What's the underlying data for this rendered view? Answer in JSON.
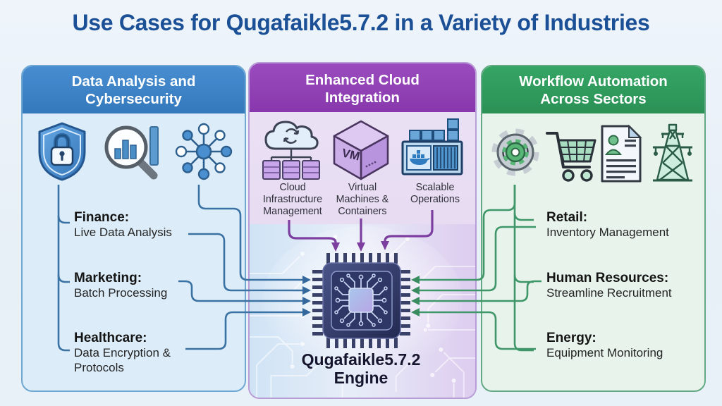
{
  "title": "Use Cases for Qugafaikle5.7.2 in a Variety of Industries",
  "palette": {
    "left_accent": "#3b82c8",
    "middle_accent": "#8e44ad",
    "right_accent": "#2fa05e",
    "left_line": "#3a72a4",
    "right_line": "#3f9668",
    "middle_arrow": "#7c3fa0",
    "title_color": "#1b4f96"
  },
  "columns": {
    "left": {
      "header": "Data Analysis and Cybersecurity",
      "icons": [
        "shield-lock",
        "chart-magnifier",
        "network-hub"
      ],
      "items": [
        {
          "industry": "Finance:",
          "detail": "Live Data Analysis"
        },
        {
          "industry": "Marketing:",
          "detail": "Batch Processing"
        },
        {
          "industry": "Healthcare:",
          "detail": "Data Encryption & Protocols"
        }
      ]
    },
    "middle": {
      "header": "Enhanced Cloud Integration",
      "features": [
        {
          "icon": "cloud-infrastructure",
          "label": "Cloud Infrastructure Management"
        },
        {
          "icon": "vm-cube",
          "label": "Virtual Machines & Containers"
        },
        {
          "icon": "containers",
          "label": "Scalable Operations"
        }
      ],
      "engine": {
        "line1": "Qugafaikle5.7.2",
        "line2": "Engine"
      }
    },
    "right": {
      "header": "Workflow Automation Across Sectors",
      "icons": [
        "gears",
        "shopping-cart",
        "resume-document",
        "power-tower"
      ],
      "items": [
        {
          "industry": "Retail:",
          "detail": "Inventory Management"
        },
        {
          "industry": "Human Resources:",
          "detail": "Streamline Recruitment"
        },
        {
          "industry": "Energy:",
          "detail": "Equipment Monitoring"
        }
      ]
    }
  }
}
